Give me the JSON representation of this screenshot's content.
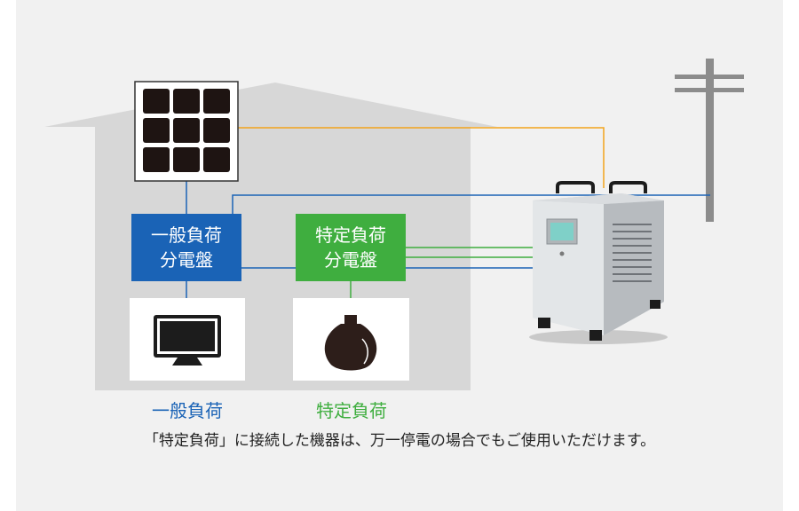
{
  "distribution_boards": {
    "general": {
      "line1": "一般負荷",
      "line2": "分電盤"
    },
    "specific": {
      "line1": "特定負荷",
      "line2": "分電盤"
    }
  },
  "loads": {
    "general_label": "一般負荷",
    "specific_label": "特定負荷"
  },
  "caption": "「特定負荷」に接続した機器は、万一停電の場合でもご使用いただけます。",
  "colors": {
    "blue": "#1a63b6",
    "green": "#3fae3f",
    "orange": "#f2a41c",
    "house": "#d7d7d7",
    "background": "#f1f1f1"
  },
  "icons": {
    "solar": "solar-panel-icon",
    "tv": "television-icon",
    "bulb": "light-bulb-icon",
    "battery": "battery-unit-icon",
    "pole": "utility-pole-icon"
  }
}
